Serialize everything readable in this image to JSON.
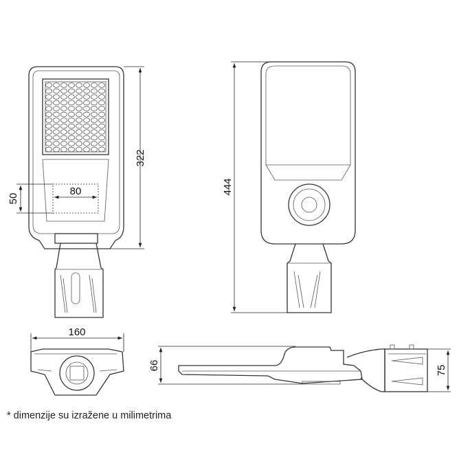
{
  "dimensions": {
    "front_height": "322",
    "opening_height": "50",
    "opening_width": "80",
    "back_height": "444",
    "bottom_width": "160",
    "side_height": "66",
    "mount_height": "75"
  },
  "footnote": "* dimenzije su izražene u milimetrima",
  "colors": {
    "line": "#333333"
  }
}
